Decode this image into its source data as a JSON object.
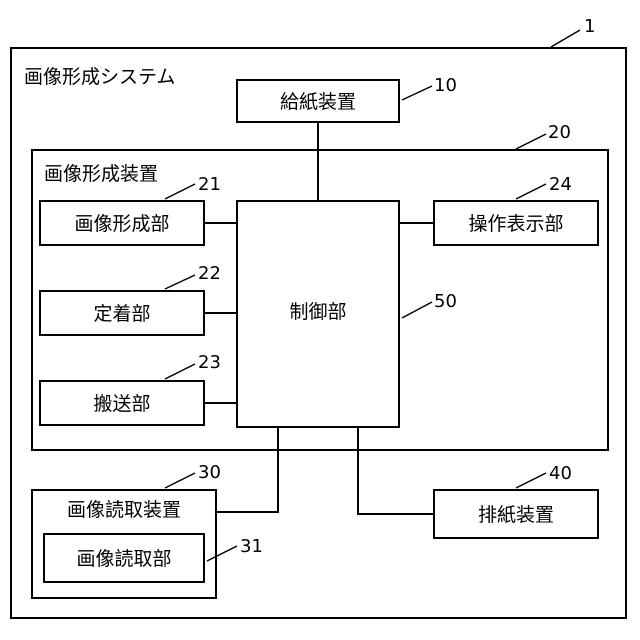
{
  "system": {
    "number": "1",
    "label": "画像形成システム"
  },
  "paper_feed": {
    "number": "10",
    "label": "給紙装置"
  },
  "image_forming_apparatus": {
    "number": "20",
    "label": "画像形成装置",
    "image_forming_unit": {
      "number": "21",
      "label": "画像形成部"
    },
    "fixing_unit": {
      "number": "22",
      "label": "定着部"
    },
    "transport_unit": {
      "number": "23",
      "label": "搬送部"
    },
    "operation_display_unit": {
      "number": "24",
      "label": "操作表示部"
    },
    "control_unit": {
      "number": "50",
      "label": "制御部"
    }
  },
  "image_reading_apparatus": {
    "number": "30",
    "label": "画像読取装置",
    "image_reading_unit": {
      "number": "31",
      "label": "画像読取部"
    }
  },
  "paper_discharge": {
    "number": "40",
    "label": "排紙装置"
  }
}
